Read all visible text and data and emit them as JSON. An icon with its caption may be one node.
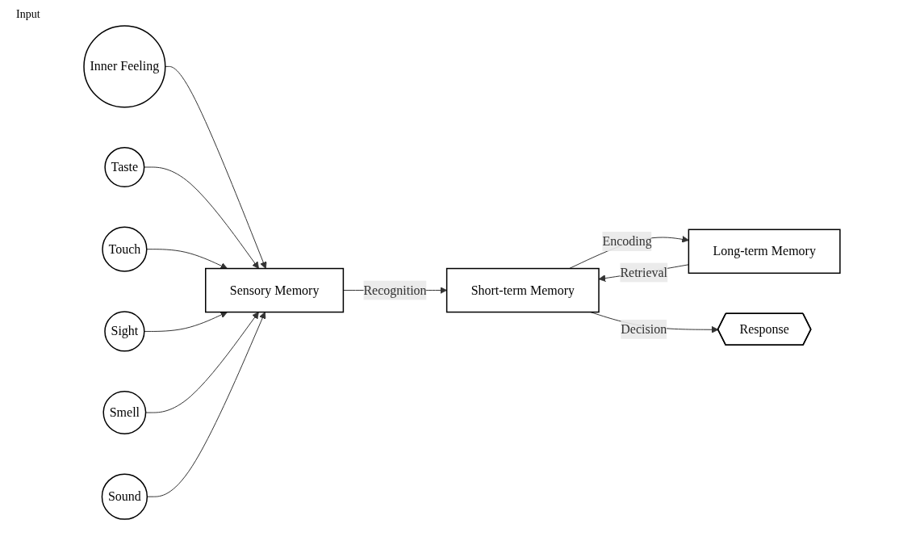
{
  "diagram": {
    "nodes": [
      {
        "text": [
          "Inner Feeling"
        ]
      },
      {
        "text": [
          "Taste"
        ]
      },
      {
        "text": [
          "Touch"
        ]
      },
      {
        "text": [
          "Sight"
        ]
      },
      {
        "text": [
          "Smell"
        ]
      },
      {
        "text": [
          "Sound"
        ]
      },
      {
        "text": [
          "Sensory Memory"
        ]
      },
      {
        "text": [
          "Short-term Memory"
        ]
      },
      {
        "text": [
          "Long-term Memory"
        ]
      },
      {
        "text": [
          "Response"
        ]
      }
    ],
    "edges": [
      {
        "from": 0,
        "to": 6,
        "arrow": "to"
      },
      {
        "from": 1,
        "to": 6,
        "arrow": "to"
      },
      {
        "from": 2,
        "to": 6,
        "arrow": "to"
      },
      {
        "from": 3,
        "to": 6,
        "arrow": "to"
      },
      {
        "from": 4,
        "to": 6,
        "arrow": "to"
      },
      {
        "from": 5,
        "to": 6,
        "arrow": "to"
      },
      {
        "from": 6,
        "to": 7,
        "label": "Recognition",
        "arrow": "to"
      },
      {
        "from": 7,
        "to": 8,
        "label": "Encoding",
        "arrow": "to"
      },
      {
        "from": 8,
        "to": 7,
        "label": "Retrieval",
        "arrow": "to"
      },
      {
        "from": 7,
        "to": 9,
        "label": "Decision",
        "arrow": "to"
      }
    ],
    "labels": [
      "Input"
    ]
  }
}
